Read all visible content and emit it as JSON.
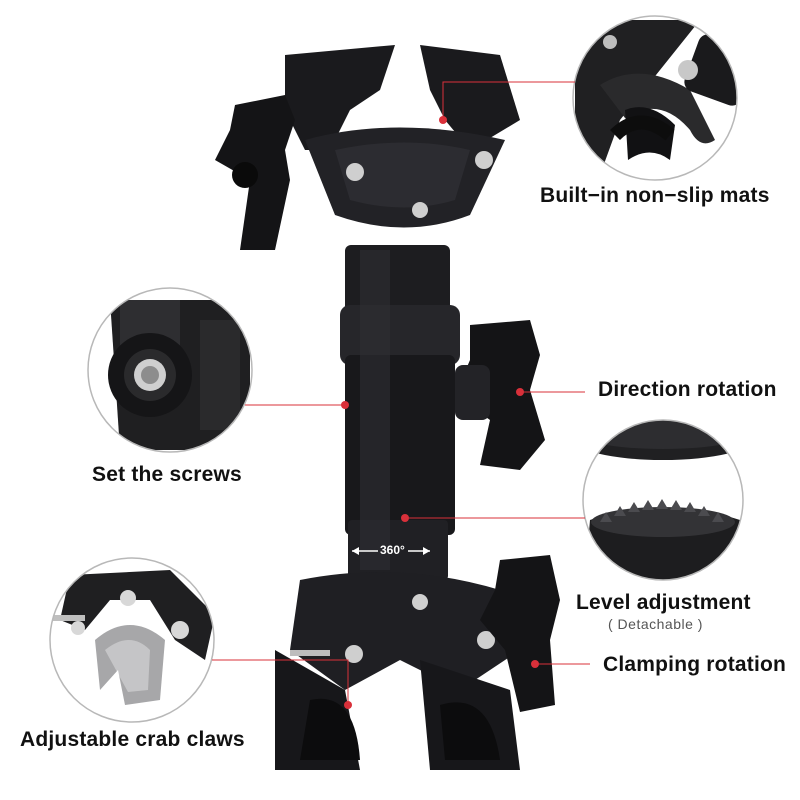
{
  "features": {
    "nonslip_mats": "Built−in non−slip mats",
    "direction_rotation": "Direction rotation",
    "set_screws": "Set the screws",
    "level_adjustment": "Level adjustment",
    "detachable_note": "( Detachable )",
    "clamping_rotation": "Clamping rotation",
    "crab_claws": "Adjustable crab claws"
  },
  "rotation_marker": "360°",
  "colors": {
    "accent_red": "#d9303a",
    "metal_black": "#1c1c1e",
    "background": "#ffffff"
  }
}
